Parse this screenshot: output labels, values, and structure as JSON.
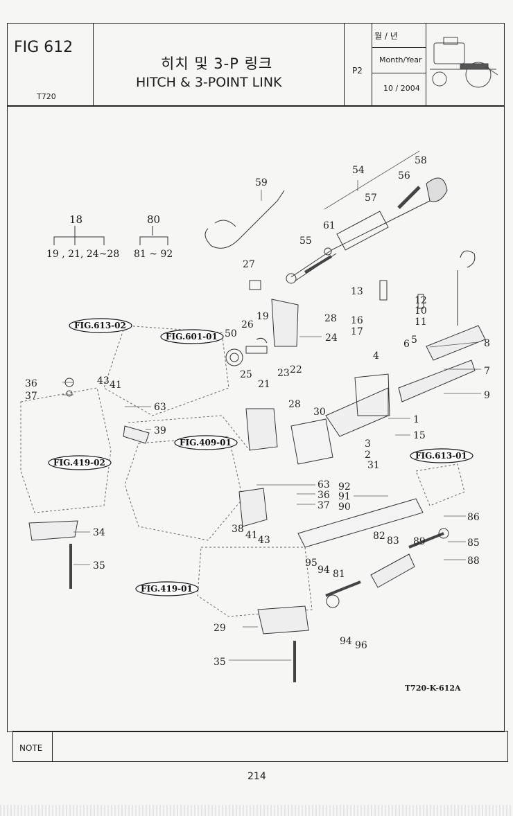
{
  "header": {
    "fig_number": "FIG 612",
    "model": "T720",
    "title_ko": "히치 및 3-P 링크",
    "title_en": "HITCH & 3-POINT LINK",
    "page_code": "P2",
    "month_year_ko": "월 / 년",
    "month_year_en": "Month/Year",
    "date": "10 / 2004"
  },
  "footnotes": {
    "group_18_label": "18",
    "group_18_range": "19 , 21, 24~28",
    "group_80_label": "80",
    "group_80_range": "81 ~ 92"
  },
  "fig_refs": [
    "FIG.613-02",
    "FIG.601-01",
    "FIG.409-01",
    "FIG.419-02",
    "FIG.613-01",
    "FIG.419-01"
  ],
  "callouts": [
    "59",
    "54",
    "58",
    "56",
    "57",
    "61",
    "55",
    "27",
    "13",
    "12",
    "10",
    "11",
    "16",
    "17",
    "19",
    "28",
    "24",
    "26",
    "50",
    "6",
    "5",
    "4",
    "8",
    "7",
    "9",
    "25",
    "21",
    "23",
    "22",
    "28",
    "1",
    "30",
    "15",
    "3",
    "2",
    "31",
    "36",
    "37",
    "43",
    "41",
    "63",
    "39",
    "63",
    "36",
    "37",
    "92",
    "91",
    "90",
    "38",
    "41",
    "43",
    "86",
    "82",
    "83",
    "89",
    "85",
    "88",
    "34",
    "35",
    "95",
    "94",
    "81",
    "29",
    "94",
    "96",
    "35"
  ],
  "illustration_code": "T720-K-612A",
  "note_label": "NOTE",
  "page_number": "214"
}
